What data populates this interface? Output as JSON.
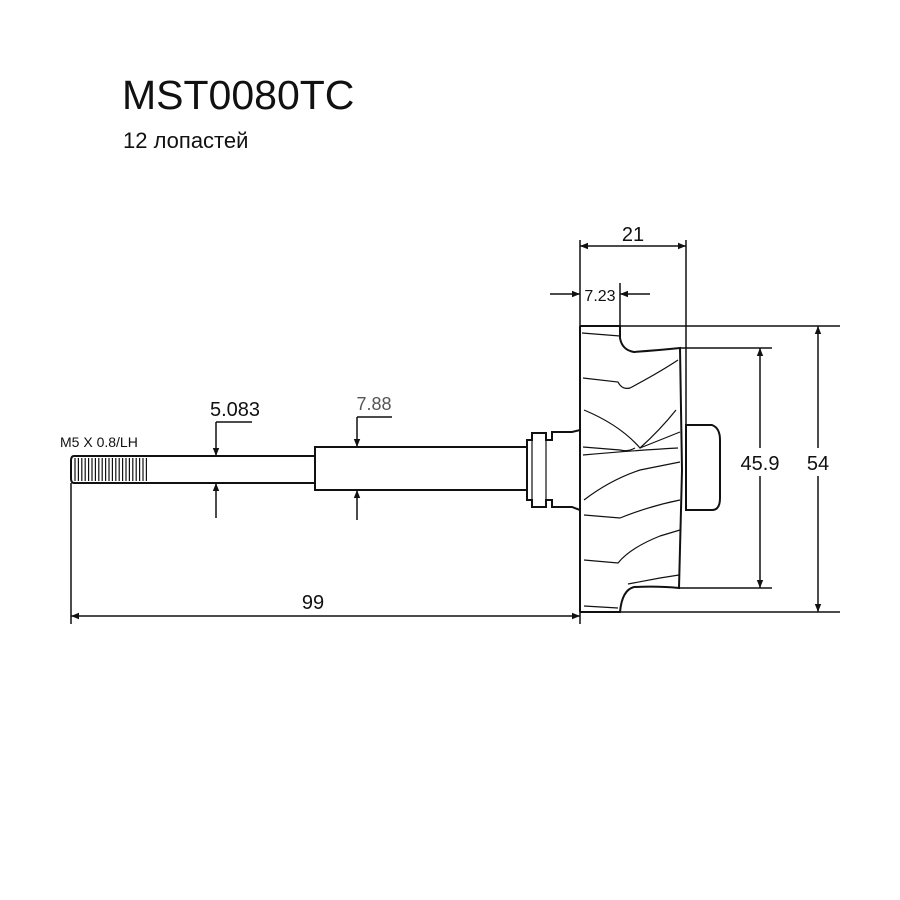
{
  "title": "MST0080TC",
  "subtitle": "12 лопастей",
  "dimensions": {
    "thread": "M5 X 0.8/LH",
    "shaft_small": "5.083",
    "shaft_large": "7.88",
    "overall_length": "99",
    "wheel_width": "21",
    "blade_offset": "7.23",
    "inducer_diameter": "45.9",
    "wheel_diameter": "54"
  },
  "colors": {
    "line": "#111111",
    "dim_grey": "#555555"
  }
}
